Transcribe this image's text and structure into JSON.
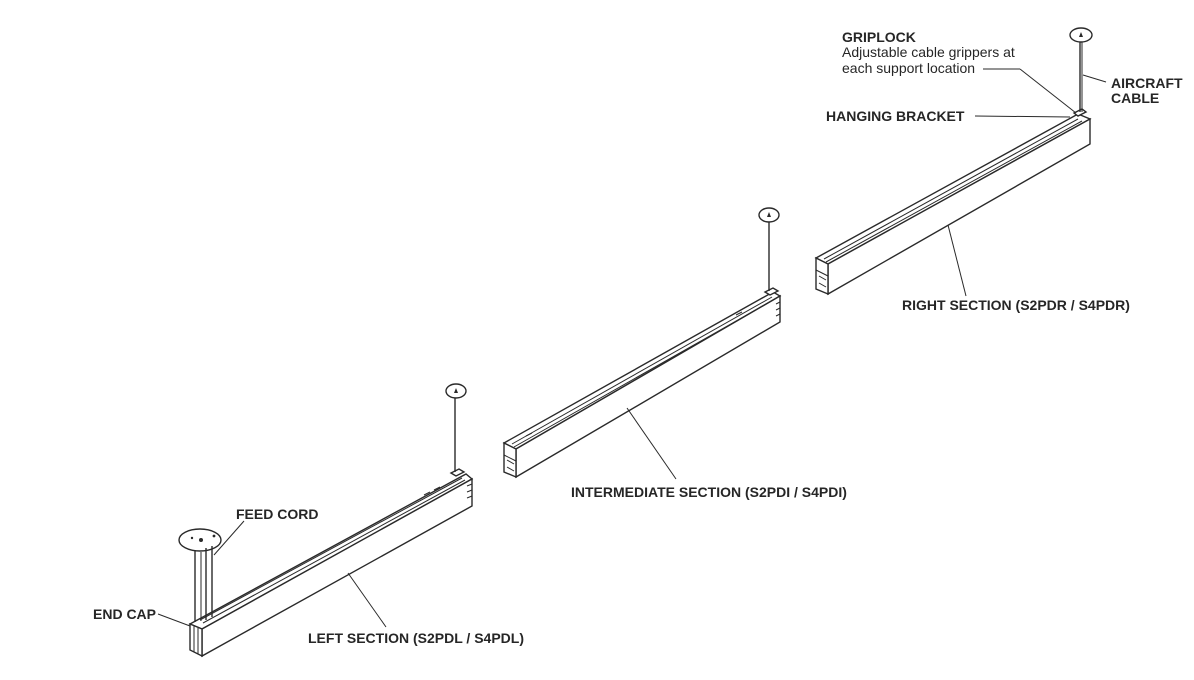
{
  "labels": {
    "griplock_title": "GRIPLOCK",
    "griplock_desc_line1": "Adjustable cable grippers at",
    "griplock_desc_line2": "each support location",
    "aircraft_cable_line1": "AIRCRAFT",
    "aircraft_cable_line2": "CABLE",
    "hanging_bracket": "HANGING BRACKET",
    "right_section": "RIGHT SECTION (S2PDR / S4PDR)",
    "intermediate_section": "INTERMEDIATE SECTION (S2PDI / S4PDI)",
    "left_section": "LEFT SECTION (S2PDL / S4PDL)",
    "feed_cord": "FEED CORD",
    "end_cap": "END CAP"
  }
}
